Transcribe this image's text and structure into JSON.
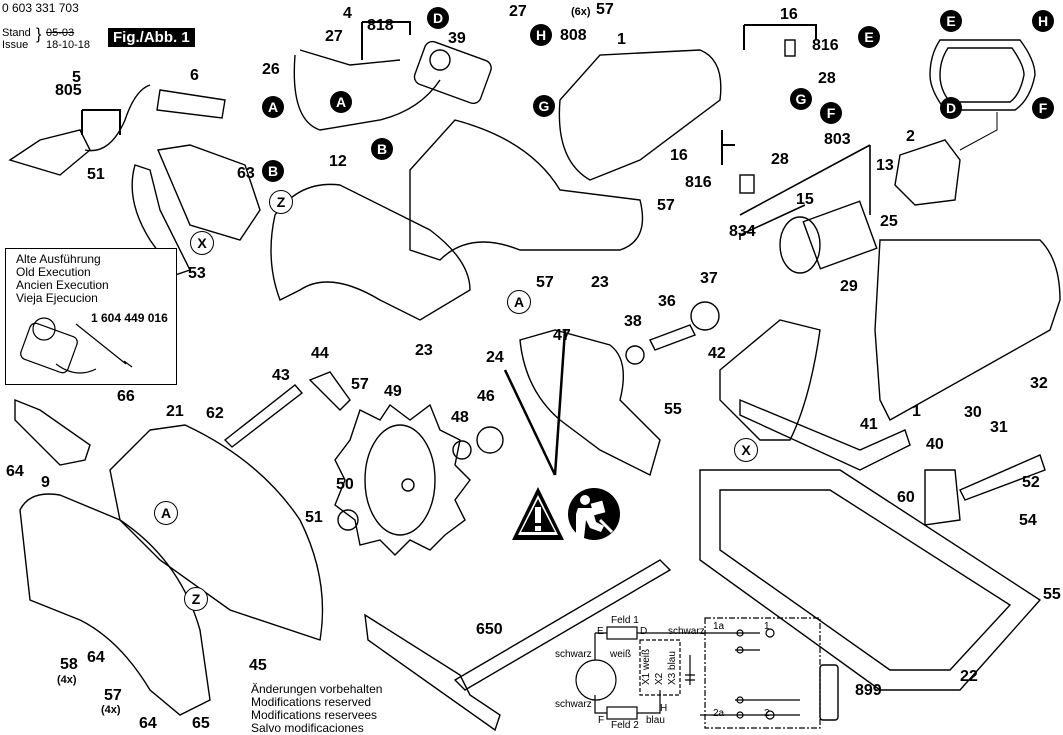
{
  "header": {
    "part_number": "0 603 331 703",
    "stand_label": "Stand",
    "issue_label": "Issue",
    "stand_value_struck": "05-03",
    "issue_value": "18-10-18",
    "figure_label": "Fig./Abb. 1"
  },
  "old_execution": {
    "lines": [
      "Alte Ausführung",
      "Old Execution",
      "Ancien Execution",
      "Vieja Ejecucion"
    ],
    "part_number": "1 604 449 016"
  },
  "notes": {
    "lines": [
      "Änderungen vorbehalten",
      "Modifications reserved",
      "Modifications reservees",
      "Salvo modificaciones"
    ]
  },
  "connectors": {
    "filled": [
      "A",
      "B",
      "A",
      "B",
      "D",
      "H",
      "G",
      "E",
      "G",
      "F",
      "E",
      "H",
      "D",
      "F"
    ],
    "outlined": [
      "X",
      "Z",
      "A",
      "A",
      "Z",
      "X"
    ]
  },
  "part_labels": {
    "p4": "4",
    "p818": "818",
    "p27a": "27",
    "p27b": "27",
    "p26": "26",
    "p39": "39",
    "p57x6": "57",
    "p6x": "(6x)",
    "p808": "808",
    "p1a": "1",
    "p16a": "16",
    "p816a": "816",
    "p28a": "28",
    "p5": "5",
    "p805": "805",
    "p6": "6",
    "p12": "12",
    "p51a": "51",
    "p63": "63",
    "p53": "53",
    "p16b": "16",
    "p816b": "816",
    "p28b": "28",
    "p57a": "57",
    "p57b": "57",
    "p23a": "23",
    "p23b": "23",
    "p803": "803",
    "p13": "13",
    "p2": "2",
    "p15": "15",
    "p25": "25",
    "p834": "834",
    "p47": "47",
    "p24": "24",
    "p37": "37",
    "p36": "36",
    "p38": "38",
    "p29": "29",
    "p44": "44",
    "p57c": "57",
    "p43": "43",
    "p49": "49",
    "p48": "48",
    "p46": "46",
    "p42": "42",
    "p1b": "1",
    "p32": "32",
    "p30": "30",
    "p31": "31",
    "p66": "66",
    "p21": "21",
    "p62": "62",
    "p55a": "55",
    "p41": "41",
    "p40": "40",
    "p52": "52",
    "p60": "60",
    "p54": "54",
    "p64a": "64",
    "p9": "9",
    "p50": "50",
    "p51b": "51",
    "p58": "58",
    "p4x_a": "(4x)",
    "p64b": "64",
    "p57d": "57",
    "p4x_b": "(4x)",
    "p64c": "64",
    "p65": "65",
    "p45": "45",
    "p650": "650",
    "p55b": "55",
    "p22": "22",
    "p899": "899"
  },
  "wiring": {
    "feld1": "Feld 1",
    "feld2": "Feld 2",
    "E": "E",
    "D": "D",
    "F": "F",
    "H": "H",
    "schwarz_top": "schwarz",
    "schwarz_left1": "schwarz",
    "schwarz_left2": "schwarz",
    "weiss": "weiß",
    "blau": "blau",
    "x1": "X1 weiß",
    "x2": "X2",
    "x3": "X3 blau",
    "t1a": "1a",
    "t1": "1",
    "t2a": "2a",
    "t2": "2"
  },
  "warning_icons": [
    "warning-triangle",
    "read-manual"
  ]
}
